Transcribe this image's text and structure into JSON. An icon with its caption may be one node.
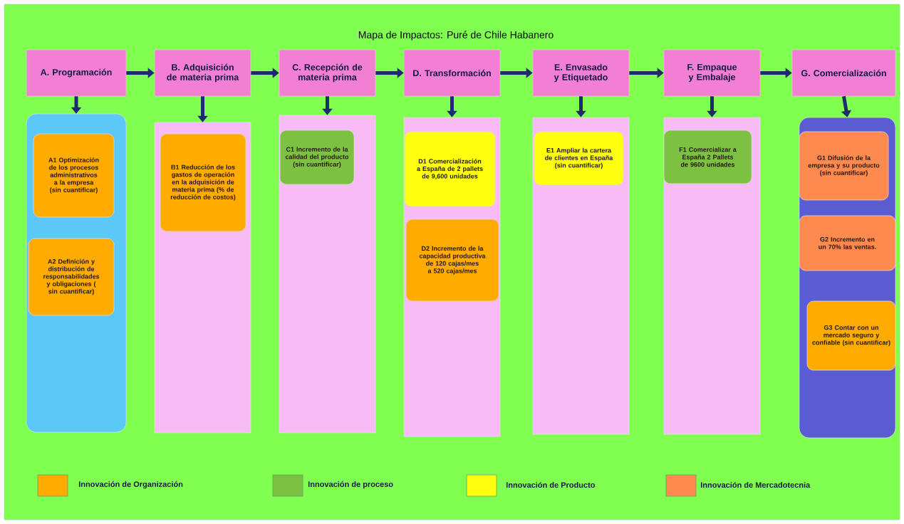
{
  "diagram": {
    "title": "Mapa de Impactos: Puré de Chile Habanero",
    "nodes": [
      {
        "text": [
          "A. Programación"
        ]
      },
      {
        "text": [
          "B. Adquisición de materia prima"
        ]
      },
      {
        "text": [
          "C. Recepción de materia prima"
        ]
      },
      {
        "text": [
          "D. Transformación"
        ]
      },
      {
        "text": [
          "E. Envasado y Etiquetado"
        ]
      },
      {
        "text": [
          "F. Empaque y Embalaje"
        ]
      },
      {
        "text": [
          "G. Comercialización"
        ]
      },
      {
        "text": [],
        "shape": "box"
      },
      {
        "text": [
          "A1 Optimización de los procesos administrativos a la empresa (sin cuantificar)"
        ],
        "in": 7
      },
      {
        "text": [
          "A2 Definición y distribución de responsabilidades y obligaciones ( sin cuantificar)"
        ],
        "in": 7
      },
      {
        "text": [],
        "shape": "box"
      },
      {
        "text": [
          "B1 Reducción de los gastos de operación en la adquisición de materia prima (% de reducción de costos)"
        ],
        "in": 10
      },
      {
        "text": [],
        "shape": "box"
      },
      {
        "text": [
          "C1 Incremento de la calidad del producto (sin cuantificar)"
        ],
        "in": 12
      },
      {
        "text": [],
        "shape": "box"
      },
      {
        "text": [
          "D1 Comercialización a España de 2 pallets de 9,600 unidades"
        ],
        "in": 14
      },
      {
        "text": [
          "D2 Incremento de la capacidad productiva de 120 cajas/mes a 520 cajas/mes"
        ],
        "in": 14
      },
      {
        "text": [],
        "shape": "box"
      },
      {
        "text": [
          "E1 Ampliar la cartera de clientes en España (sin cuantificar)"
        ],
        "in": 17
      },
      {
        "text": [],
        "shape": "box"
      },
      {
        "text": [
          "F1 Comercializar a España 2 Pallets de 9600 unidades"
        ],
        "in": 19
      },
      {
        "text": [],
        "shape": "box"
      },
      {
        "text": [
          "G1 Difusión de la empresa y su producto (sin cuantificar)"
        ],
        "in": 21
      },
      {
        "text": [
          "G2 Incremento en un 70% las ventas."
        ],
        "in": 21
      },
      {
        "text": [
          "G3 Contar con un mercado seguro y confiable (sin cuantificar)"
        ],
        "in": 21
      }
    ],
    "edges": [
      {
        "from": 0,
        "to": 1,
        "arrow": "to"
      },
      {
        "from": 1,
        "to": 2,
        "arrow": "to"
      },
      {
        "from": 2,
        "to": 3,
        "arrow": "to"
      },
      {
        "from": 3,
        "to": 4,
        "arrow": "to"
      },
      {
        "from": 4,
        "to": 5,
        "arrow": "to"
      },
      {
        "from": 5,
        "to": 6,
        "arrow": "to"
      },
      {
        "from": 0,
        "to": 7,
        "arrow": "to"
      },
      {
        "from": 1,
        "to": 10,
        "arrow": "to"
      },
      {
        "from": 2,
        "to": 12,
        "arrow": "to"
      },
      {
        "from": 3,
        "to": 14,
        "arrow": "to"
      },
      {
        "from": 4,
        "to": 17,
        "arrow": "to"
      },
      {
        "from": 5,
        "to": 19,
        "arrow": "to"
      },
      {
        "from": 6,
        "to": 21,
        "arrow": "to"
      }
    ],
    "legend": [
      {
        "text": "Innovación de Organización",
        "color": "#ffab00"
      },
      {
        "text": "Innovación de proceso",
        "color": "#7dc142"
      },
      {
        "text": "Innovación de Producto",
        "color": "#ffff10"
      },
      {
        "text": "Innovación de Mercadotecnia",
        "color": "#ff8a50"
      }
    ]
  }
}
